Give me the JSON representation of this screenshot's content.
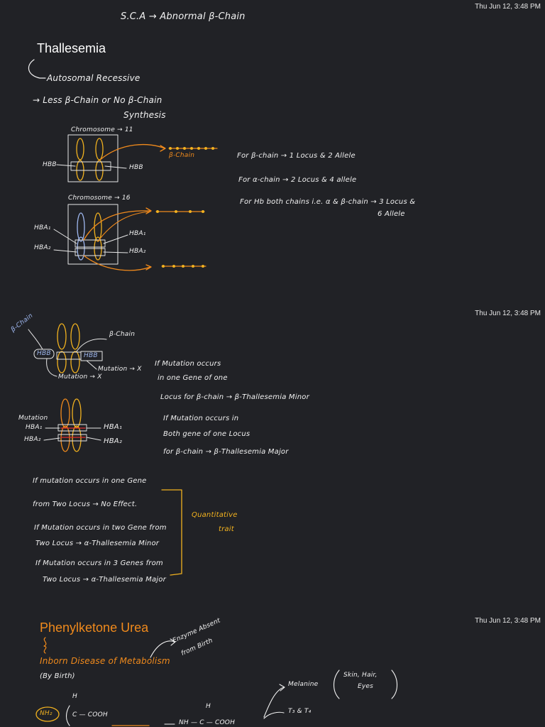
{
  "timestamps": [
    "Thu Jun 12, 3:48 PM",
    "Thu Jun 12, 3:48 PM",
    "Thu Jun 12, 3:48 PM"
  ],
  "page1": {
    "top_note": "S.C.A → Abnormal β-Chain",
    "title": "Thallesemia",
    "line1": "Autosomal Recessive",
    "line2": "→ Less β-Chain or No β-Chain",
    "line2b": "Synthesis",
    "chromosome11": "Chromosome → 11",
    "chromosome16": "Chromosome → 16",
    "hbb_left": "HBB",
    "hbb_right": "HBB",
    "beta_chain_label": "β-Chain",
    "hba1_left": "HBA₁",
    "hba2_left": "HBA₂",
    "hba1_right": "HBA₁",
    "hba2_right": "HBA₂",
    "note1": "For β-chain → 1 Locus & 2 Allele",
    "note2": "For α-chain → 2 Locus & 4 allele",
    "note3": "For Hb both chains i.e. α & β-chain → 3 Locus &",
    "note3b": "6 Allele"
  },
  "page2": {
    "beta_chain_tag": "β-Chain",
    "beta_chain_right": "β-Chain",
    "hbb_box_left": "HBB",
    "hbb_box_right": "HBB",
    "mutation_x_right": "Mutation → X",
    "mutation_x_left": "Mutation → X",
    "mutation_label": "Mutation",
    "hba1_left": "HBA₁",
    "hba2_left": "HBA₂",
    "hba1_right": "HBA₁",
    "hba2_right": "HBA₂",
    "r1": "If Mutation occurs",
    "r2": "in one Gene of one",
    "r3": "Locus for β-chain → β-Thallesemia Minor",
    "r4": "If Mutation occurs in",
    "r5": "Both gene of one Locus",
    "r6": "for β-chain → β-Thallesemia Major",
    "b1": "If mutation occurs in one Gene",
    "b2": "from Two Locus → No Effect.",
    "b3": "If Mutation occurs in two Gene from",
    "b4": "Two Locus → α-Thallesemia Minor",
    "b5": "If Mutation occurs in 3 Genes from",
    "b6": "Two Locus → α-Thallesemia Major",
    "bracket1": "Quantitative",
    "bracket2": "trait"
  },
  "page3": {
    "title": "Phenylketone Urea",
    "inborn": "Inborn Disease of Metabolism",
    "by_birth": "(By Birth)",
    "enzyme1": "Enzyme Absent",
    "enzyme2": "from Birth",
    "melanine": "Melanine",
    "skin": "Skin, Hair,",
    "eyes": "Eyes",
    "t3t4": "T₃ & T₄",
    "nh2": "NH₂",
    "h_top": "H",
    "cooh": "C — COOH",
    "h2": "H",
    "nh_bottom": "NH — C — COOH"
  },
  "colors": {
    "background": "#212226",
    "orange": "#f08a1c",
    "yellow": "#f2b21f",
    "blue": "#9fb8f0",
    "text": "#f2f2f2"
  }
}
